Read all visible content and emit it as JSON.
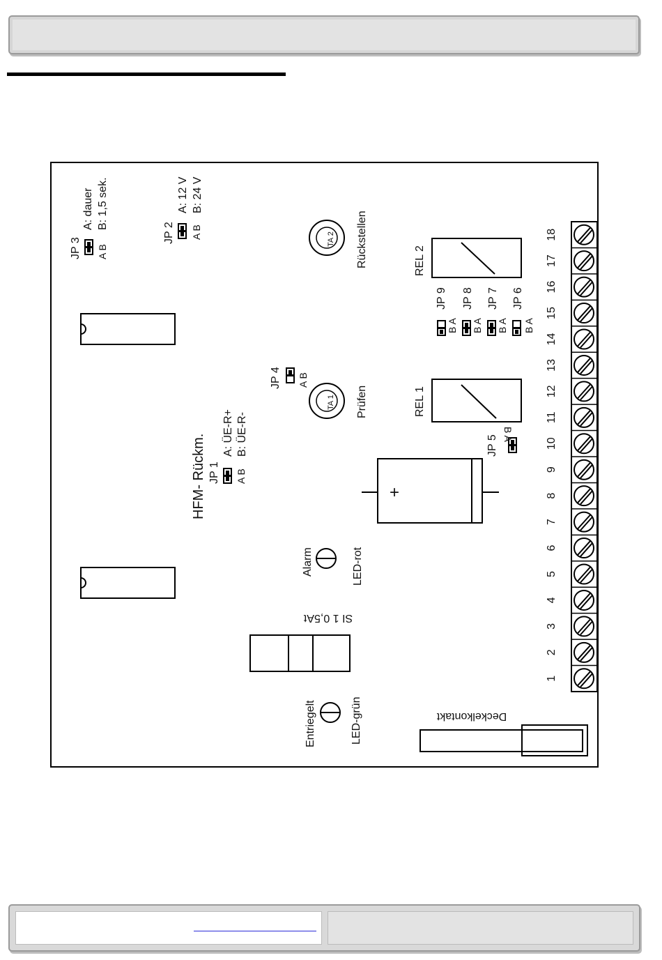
{
  "labels": {
    "jp3": "JP 3",
    "jp3_a": "A: dauer",
    "jp3_b": "B: 1,5 sek.",
    "jp2": "JP 2",
    "jp2_a": "A: 12 V",
    "jp2_b": "B: 24 V",
    "ab": "A B",
    "ba": "B A",
    "ruckstellen": "Rückstellen",
    "ta2": "TA 2",
    "ta1": "TA 1",
    "rel2": "REL 2",
    "rel1": "REL 1",
    "jp9": "JP 9",
    "jp8": "JP 8",
    "jp7": "JP 7",
    "jp6": "JP 6",
    "jp4": "JP 4",
    "prufen": "Prüfen",
    "hfm": "HFM- Rückm.",
    "jp1": "JP 1",
    "jp1_a": "A: ÜE-R+",
    "jp1_b": "B: ÜE-R-",
    "jp5": "JP 5",
    "plus": "+",
    "alarm": "Alarm",
    "led_rot": "LED-rot",
    "si1": "SI 1 0,5At",
    "entriegelt": "Entriegelt",
    "led_grun": "LED-grün",
    "deckelkontakt": "Deckelkontakt"
  },
  "terminals": [
    "1",
    "2",
    "3",
    "4",
    "5",
    "6",
    "7",
    "8",
    "9",
    "10",
    "11",
    "12",
    "13",
    "14",
    "15",
    "16",
    "17",
    "18"
  ]
}
